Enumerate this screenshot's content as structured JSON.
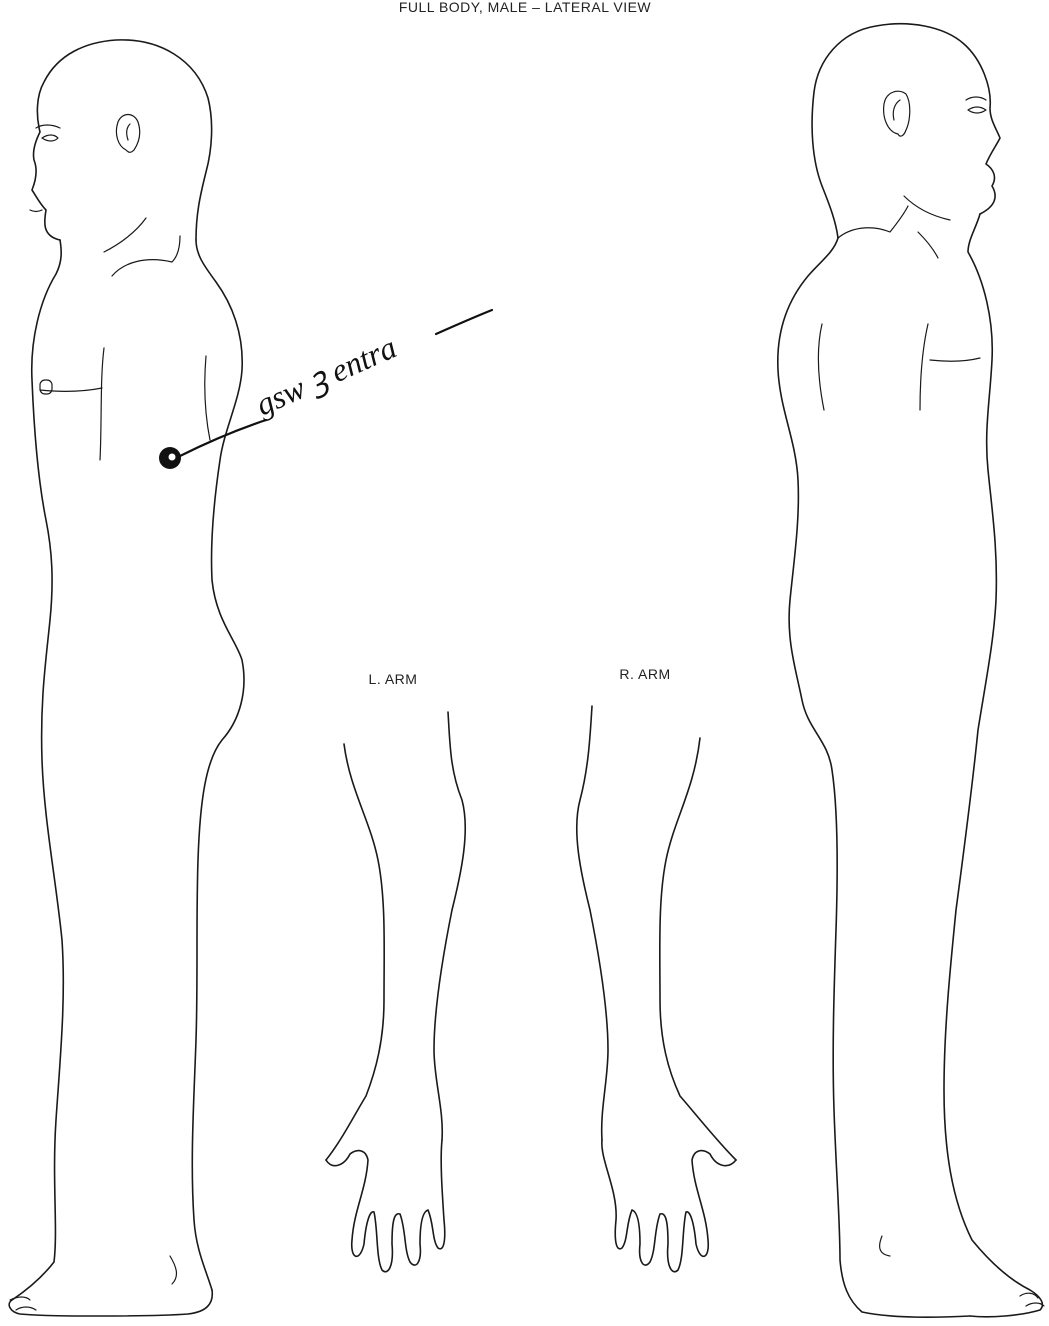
{
  "diagram": {
    "title": "FULL BODY, MALE – LATERAL VIEW",
    "left_arm_label": "L. ARM",
    "right_arm_label": "R. ARM"
  },
  "annotation": {
    "handwritten_note": "gsw ꝫ entra",
    "ink_color": "#111111"
  },
  "colors": {
    "line": "#1a1a1a",
    "background": "#ffffff"
  }
}
